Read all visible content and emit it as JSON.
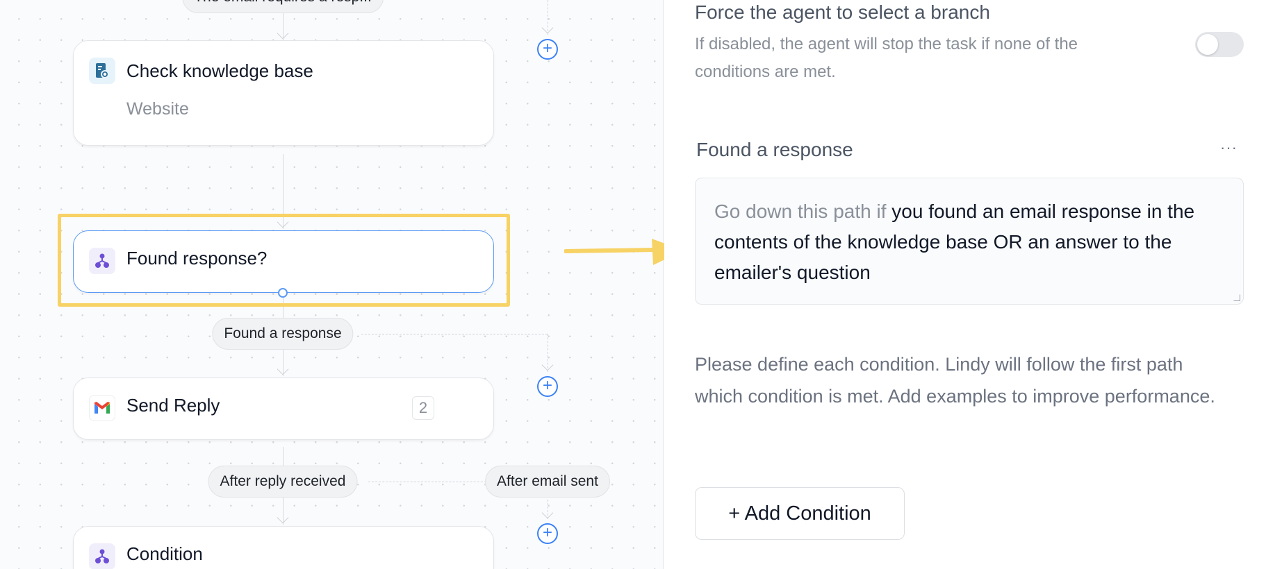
{
  "canvas": {
    "top_pill": "The email requires a resp...",
    "nodes": [
      {
        "title": "Check knowledge base",
        "subtitle": "Website",
        "icon": "knowledge-base-icon"
      },
      {
        "title": "Found response?",
        "icon": "branch-icon"
      },
      {
        "title": "Send Reply",
        "badge": "2",
        "icon": "gmail-icon"
      },
      {
        "title": "Condition",
        "icon": "branch-icon"
      }
    ],
    "pills": {
      "found": "Found a response",
      "after_reply": "After reply received",
      "after_sent": "After email sent"
    },
    "plus": "+"
  },
  "panel": {
    "force_title": "Force the agent to select a branch",
    "force_desc": "If disabled, the agent will stop the task if none of the conditions are met.",
    "toggle_on": false,
    "condition": {
      "name": "Found a response",
      "more": "···",
      "prefix": "Go down this path if",
      "text": " you found an email response in the contents of the knowledge base OR an answer to the emailer's question"
    },
    "help": "Please define each condition. Lindy will follow the first path which condition is met. Add examples to improve performance.",
    "add_button": "+ Add Condition"
  },
  "colors": {
    "highlight": "#f7d264",
    "accent": "#3b82f6",
    "branch": "#6d4fd6"
  }
}
